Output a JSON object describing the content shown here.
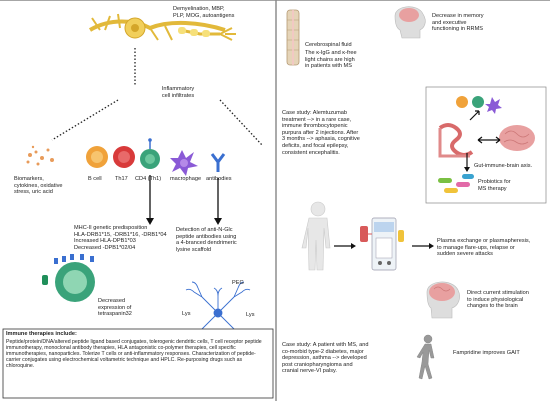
{
  "left": {
    "top_label": "Demyelination, MBP,\nPLP, MOG, autoantigens",
    "inflammatory_label": "Inflammatory\ncell infiltrates",
    "biomarkers_label": "Biomarkers,\ncytokines, oxidative\nstress, uric acid",
    "cells": [
      "B cell",
      "Th17",
      "CD4 (Th1)",
      "macrophage",
      "antibodies"
    ],
    "mhc_text": "MHC-II genetic predisposition\nHLA-DRB1*15, -DRB1*16, -DRB1*04\nIncreased HLA-DPB1*03\nDecreased -DPB1*02/04",
    "tetraspanin_text": "Decreased\nexpression of\ntetraspanin32",
    "antiglc_text": "Detection of anti-N-Glc\npeptide antibodies using\na 4-branced dendrimeric\nlysine scaffold",
    "peg_label": "PEG",
    "lys_left": "Lys",
    "lys_right": "Lys",
    "immune_title": "Immune therapies include:",
    "immune_text": "Peptide/protein/DNA/altered peptide ligand based conjugates, tolerogenic dendritic cells, T cell receptor peptide immunotherapy, monoclonal antibody therapies, HLA antagonistic co-polymer therapies, cell specific immunotherapies, nanoparticles. Tolerize T cells or anti-inflammatory responses. Characterization of peptide-carrier conjugates using electrochemical voltametric technique and HPLC. Re-purposing drugs such as chloroquine."
  },
  "right": {
    "csf_title": "Cerebrospinal fluid",
    "csf_text": "The κ-IgG and κ-free\nlight chains are high\nin patients with MS",
    "memory_text": "Decrease in memory\nand executive\nfunctioning in RRMS",
    "case1_text": "Case study: Alemtuzumab\ntreatment  --> in a rare case,\nimmune thrombocytopenic\npurpura after 2 injections. After\n3 months  --> aphasia, cognitive\ndeficits, and focal epilepsy,\nconsistent encephalitis.",
    "gut_text": "Gut-immune-brain axis.",
    "probiotics_text": "Probiotics for\nMS therapy",
    "plasma_text": "Plasma exchange or plasmapheresis,\nto manage flare-ups, relapse or\nsudden severe attacks",
    "case2_text": "Case study: A patient with MS, and\nco-morbid type-2 diabetes, major\ndepression, asthma  --> developed\npost craniopharyngioma and\ncranial nerve-VI palsy.",
    "dcs_text": "Direct current stimulation\nto induce physiological\nchanges to the brain",
    "fampridine_text": "Fampridine improves GAIT"
  },
  "colors": {
    "bcell": "#f0a23a",
    "th17": "#d83a3a",
    "cd4": "#3aa37a",
    "macrophage": "#8a5ad6",
    "antibody": "#3a6fd0",
    "brain": "#e8a0a0",
    "gut": "#d86a6a"
  }
}
